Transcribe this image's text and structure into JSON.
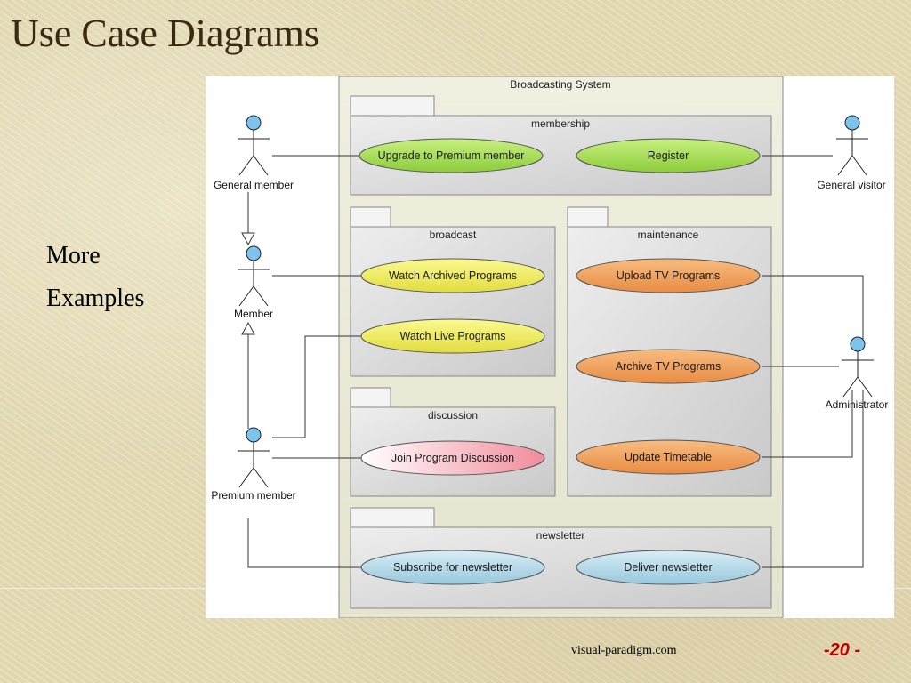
{
  "slide": {
    "title": "Use Case Diagrams",
    "side_text_line1": "More",
    "side_text_line2": "Examples",
    "source": "visual-paradigm.com",
    "page_number": "-20 -"
  },
  "diagram": {
    "system_name": "Broadcasting System",
    "packages": {
      "membership": "membership",
      "broadcast": "broadcast",
      "maintenance": "maintenance",
      "discussion": "discussion",
      "newsletter": "newsletter"
    },
    "actors": {
      "general_member": "General member",
      "member": "Member",
      "premium_member": "Premium member",
      "general_visitor": "General visitor",
      "administrator": "Administrator"
    },
    "use_cases": {
      "upgrade": "Upgrade to Premium member",
      "register": "Register",
      "watch_archived": "Watch Archived Programs",
      "watch_live": "Watch Live Programs",
      "upload_tv": "Upload TV Programs",
      "archive_tv": "Archive TV Programs",
      "join_discussion": "Join Program Discussion",
      "update_timetable": "Update Timetable",
      "subscribe": "Subscribe for newsletter",
      "deliver": "Deliver newsletter"
    },
    "colors": {
      "green": "#a8e05a",
      "yellow": "#eeea5a",
      "orange": "#f0a060",
      "pink": "#f4b8c0",
      "blue": "#b8dce8",
      "actor_head": "#7cc4ee"
    }
  }
}
